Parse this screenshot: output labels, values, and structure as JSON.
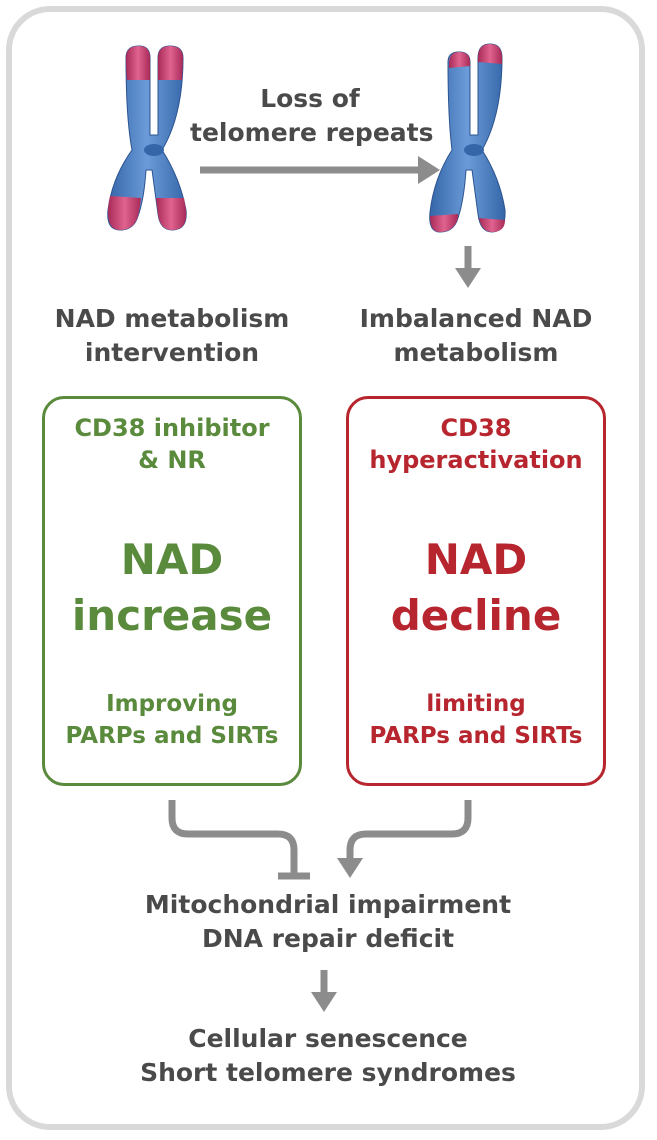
{
  "top": {
    "arrow_label_line1": "Loss of",
    "arrow_label_line2": "telomere repeats"
  },
  "left": {
    "heading_line1": "NAD metabolism",
    "heading_line2": "intervention",
    "box": {
      "top_line1": "CD38 inhibitor",
      "top_line2": "& NR",
      "big_line1": "NAD",
      "big_line2": "increase",
      "bottom_line1": "Improving",
      "bottom_line2": "PARPs and SIRTs"
    }
  },
  "right": {
    "heading_line1": "Imbalanced NAD",
    "heading_line2": "metabolism",
    "box": {
      "top_line1": "CD38",
      "top_line2": "hyperactivation",
      "big_line1": "NAD",
      "big_line2": "decline",
      "bottom_line1": "limiting",
      "bottom_line2": "PARPs and SIRTs"
    }
  },
  "outcome": {
    "line1": "Mitochondrial impairment",
    "line2": "DNA repair deficit"
  },
  "final": {
    "line1": "Cellular senescence",
    "line2": "Short telomere syndromes"
  },
  "colors": {
    "green": "#5a8a3c",
    "red": "#b7262e",
    "gray_text": "#4a4a4a",
    "arrow": "#8c8c8c",
    "chromosome_blue": "#4a7fc4",
    "telomere_pink": "#c83c6e",
    "frame": "#d9d9d9"
  }
}
